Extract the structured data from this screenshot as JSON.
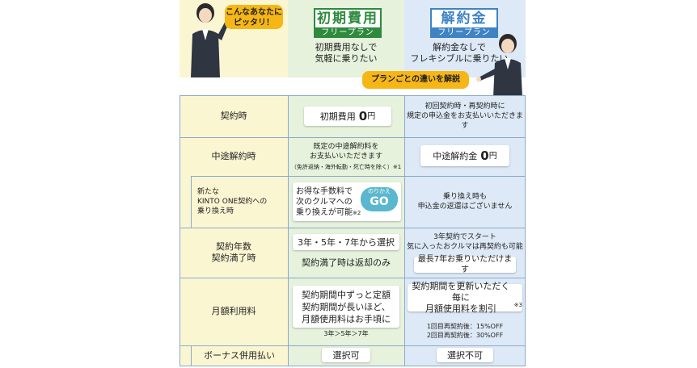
{
  "header": {
    "bubble_left": "こんなあなたに\nピッタリ！",
    "plan1_title": "初期費用",
    "plan1_sub": "フリープラン",
    "plan1_desc": "初期費用なしで\n気軽に乗りたい",
    "plan2_title": "解約金",
    "plan2_sub": "フリープラン",
    "plan2_desc": "解約金なしで\nフレキシブルに乗りたい",
    "bubble_right": "プランごとの違いを解説"
  },
  "rows": {
    "r1": {
      "label": "契約時",
      "plan1": "初期費用",
      "plan1_value": "0",
      "plan1_unit": "円",
      "plan2": "初回契約時・再契約時に\n規定の申込金をお支払いいただきます"
    },
    "r2": {
      "label": "中途解約時",
      "plan1": "既定の中途解約料を\nお支払いいただきます",
      "plan1_note": "（免許返納・海外転勤・死亡時を除く）※1",
      "plan2": "中途解約金",
      "plan2_value": "0",
      "plan2_unit": "円"
    },
    "r3": {
      "label": "新たな\nKINTO ONE契約への\n乗り換え時",
      "plan1": "お得な手数料で\n次のクルマへの\n乗り換えが可能",
      "plan1_note": "※2",
      "logo_top": "のりかえ",
      "logo_bottom": "GO",
      "plan2": "乗り換え時も\n申込金の返還はございません"
    },
    "r4": {
      "label": "契約年数\n契約満了時",
      "plan1_a": "3年・5年・7年から選択",
      "plan1_b": "契約満了時は返却のみ",
      "plan2_a": "3年契約でスタート\n気に入ったおクルマは再契約も可能",
      "plan2_b": "最長7年お乗りいただけます"
    },
    "r5": {
      "label": "月額利用料",
      "plan1": "契約期間中ずっと定額\n契約期間が長いほど、\n月額使用料はお手頃に",
      "plan1_note": "3年＞5年＞7年",
      "plan2": "契約期間を更新いただく毎に\n月額使用料を割引",
      "plan2_mark": "※3",
      "plan2_note": "1回目再契約後：15%OFF\n2回目再契約後：30%OFF"
    },
    "r6": {
      "label": "ボーナス併用払い",
      "plan1": "選択可",
      "plan2": "選択不可"
    }
  },
  "colors": {
    "plan1_accent": "#2e8b3e",
    "plan2_accent": "#3f83c4",
    "bubble": "#f6b716",
    "label_bg": "#fbf6d2"
  }
}
